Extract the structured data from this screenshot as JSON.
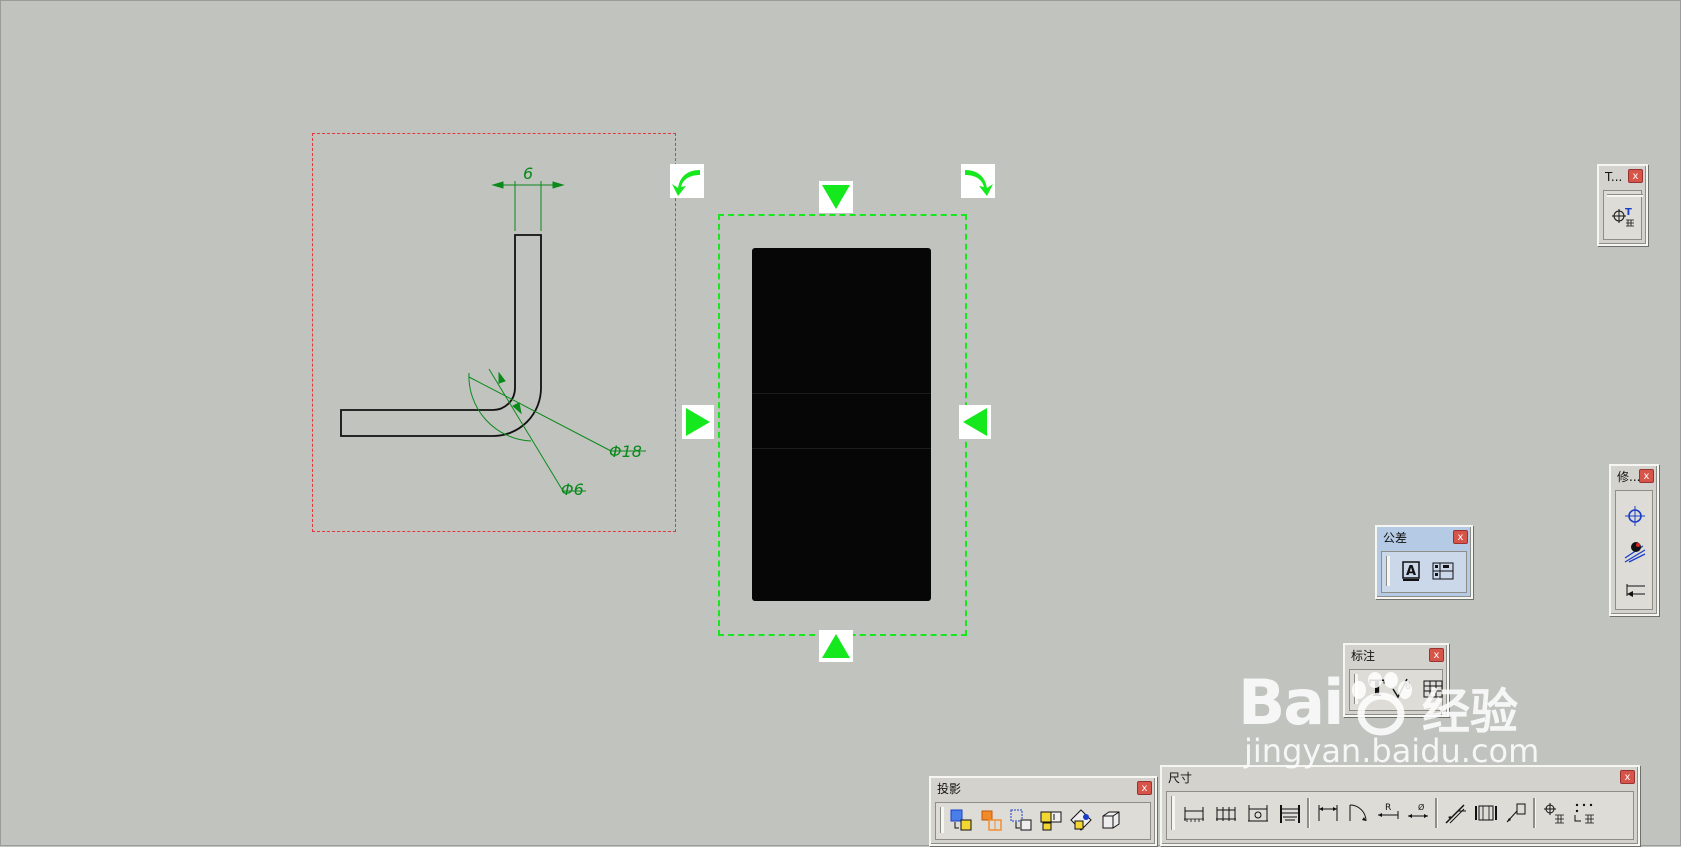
{
  "drawing": {
    "dimension_width": "6",
    "dimension_outer_dia": "Φ18",
    "dimension_inner_dia": "Φ6"
  },
  "panels": {
    "text_panel": {
      "title": "T...",
      "close": "x"
    },
    "modify_panel": {
      "title": "修...",
      "close": "x"
    },
    "tolerance_panel": {
      "title": "公差",
      "close": "x"
    },
    "annotate_panel": {
      "title": "标注",
      "close": "x",
      "text_tool": "T"
    },
    "projection_panel": {
      "title": "投影",
      "close": "x"
    },
    "dimension_panel": {
      "title": "尺寸",
      "close": "x"
    }
  },
  "watermark": {
    "brand": "Bai",
    "suffix": "经验",
    "url": "jingyan.baidu.com"
  },
  "colors": {
    "background": "#c1c3bf",
    "drawing_green": "#0a8a1a",
    "handle_green": "#16e81e",
    "frame_red": "#e23a3a",
    "close_red": "#d75548"
  }
}
